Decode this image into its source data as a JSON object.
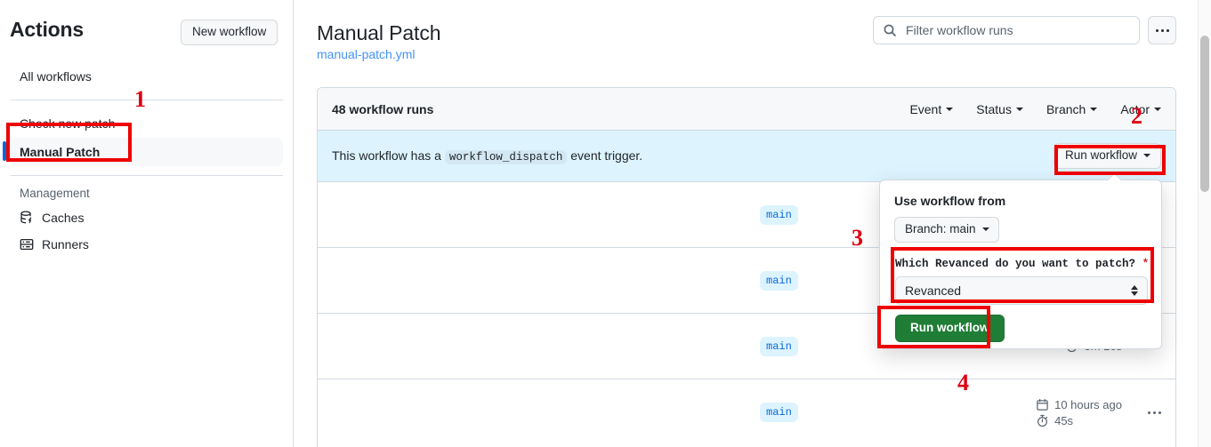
{
  "sidebar": {
    "title": "Actions",
    "new_workflow_label": "New workflow",
    "workflows": [
      {
        "label": "All workflows",
        "selected": false
      },
      {
        "label": "Check new patch",
        "selected": false
      },
      {
        "label": "Manual Patch",
        "selected": true
      }
    ],
    "management_title": "Management",
    "management_items": [
      {
        "label": "Caches",
        "icon": "database-cache-icon"
      },
      {
        "label": "Runners",
        "icon": "server-runner-icon"
      }
    ]
  },
  "header": {
    "title": "Manual Patch",
    "subtitle": "manual-patch.yml",
    "search": {
      "placeholder": "Filter workflow runs",
      "value": "",
      "icon": "search-icon"
    },
    "kebab_icon": "kebab-horizontal-icon"
  },
  "runs": {
    "count_label": "48 workflow runs",
    "filters": [
      {
        "label": "Event"
      },
      {
        "label": "Status"
      },
      {
        "label": "Branch"
      },
      {
        "label": "Actor"
      }
    ],
    "dispatch_banner": {
      "text_before": "This workflow has a",
      "code": "workflow_dispatch",
      "text_after": "event trigger.",
      "run_button_label": "Run workflow"
    },
    "rows": [
      {
        "branch": "main",
        "time_ago": "",
        "duration": ""
      },
      {
        "branch": "main",
        "time_ago": "",
        "duration": ""
      },
      {
        "branch": "main",
        "time_ago": "",
        "duration": "3m 16s"
      },
      {
        "branch": "main",
        "time_ago": "10 hours ago",
        "duration": "45s"
      }
    ]
  },
  "dispatch_panel": {
    "use_workflow_from_label": "Use workflow from",
    "branch_selector_label": "Branch: main",
    "input_label": "Which Revanced do you want to patch?",
    "required_marker": "*",
    "input_value": "Revanced",
    "submit_label": "Run workflow"
  },
  "annotations": [
    {
      "number": "1"
    },
    {
      "number": "2"
    },
    {
      "number": "3"
    },
    {
      "number": "4"
    }
  ],
  "colors": {
    "accent_blue": "#0969da",
    "link_blue": "#4493f8",
    "banner_blue": "#ddf4ff",
    "green_button": "#1f7d36",
    "annotation_red": "#ee0000",
    "tab_orange": "#fd8c73"
  }
}
